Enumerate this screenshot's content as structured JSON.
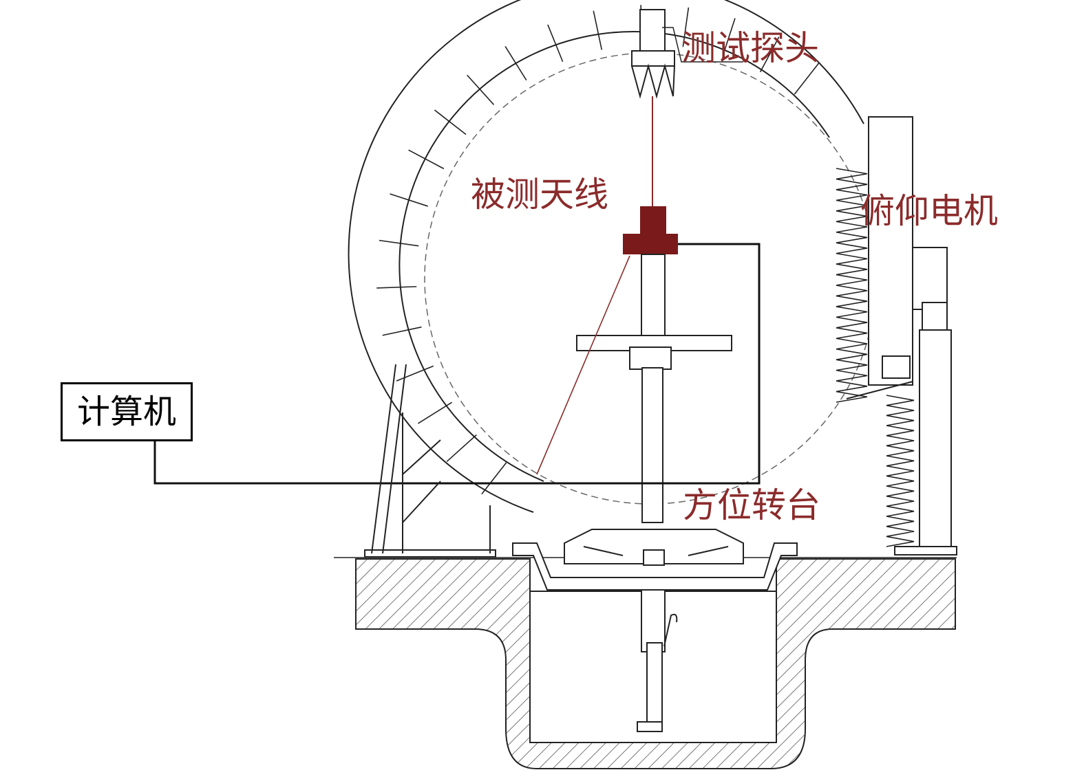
{
  "labels": {
    "probe": "测试探头",
    "aut": "被测天线",
    "elevation_motor": "俯仰电机",
    "computer": "计算机",
    "azimuth_table": "方位转台"
  },
  "colors": {
    "label_text": "#8b2b2b",
    "antenna_block": "#7a1a1a",
    "line": "#333333",
    "hatch": "#555555",
    "background": "#ffffff"
  }
}
